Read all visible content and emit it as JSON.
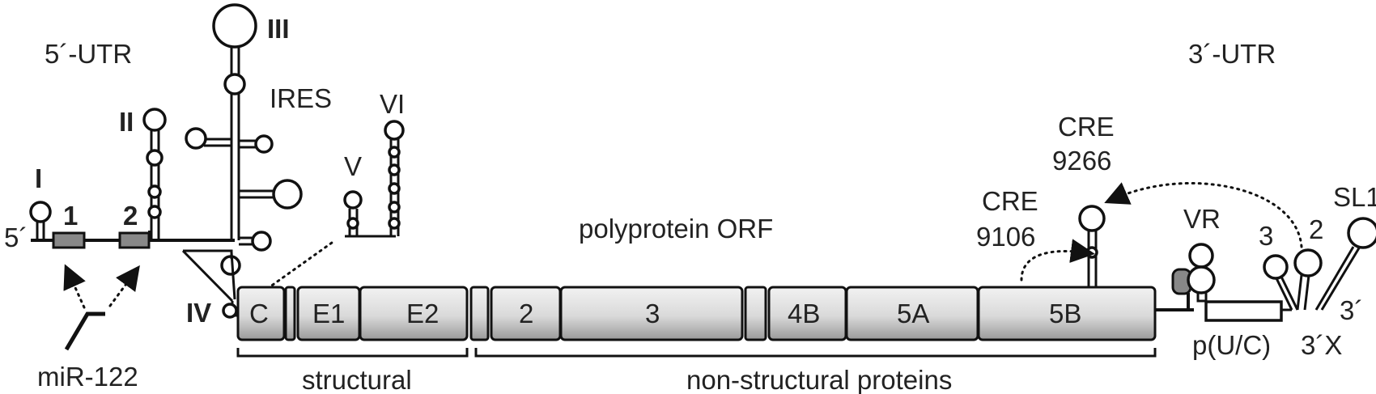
{
  "utr5": {
    "label": "5´-UTR",
    "five_prime": "5´",
    "mir": "miR-122",
    "site1": "1",
    "site2": "2"
  },
  "ires": {
    "label": "IRES",
    "domains": [
      "I",
      "II",
      "III",
      "IV",
      "V",
      "VI"
    ]
  },
  "orf": {
    "label": "polyprotein ORF",
    "segments": [
      "C",
      "E1",
      "E2",
      "2",
      "3",
      "4B",
      "5A",
      "5B"
    ],
    "structural": "structural",
    "nonstructural": "non-structural proteins"
  },
  "cre": {
    "cre9106_line1": "CRE",
    "cre9106_line2": "9106",
    "cre9266_line1": "CRE",
    "cre9266_line2": "9266"
  },
  "utr3": {
    "label": "3´-UTR",
    "vr": "VR",
    "poly": "p(U/C)",
    "x": "3´X",
    "sl1": "SL1",
    "sl2": "2",
    "sl3": "3",
    "three_prime": "3´"
  }
}
